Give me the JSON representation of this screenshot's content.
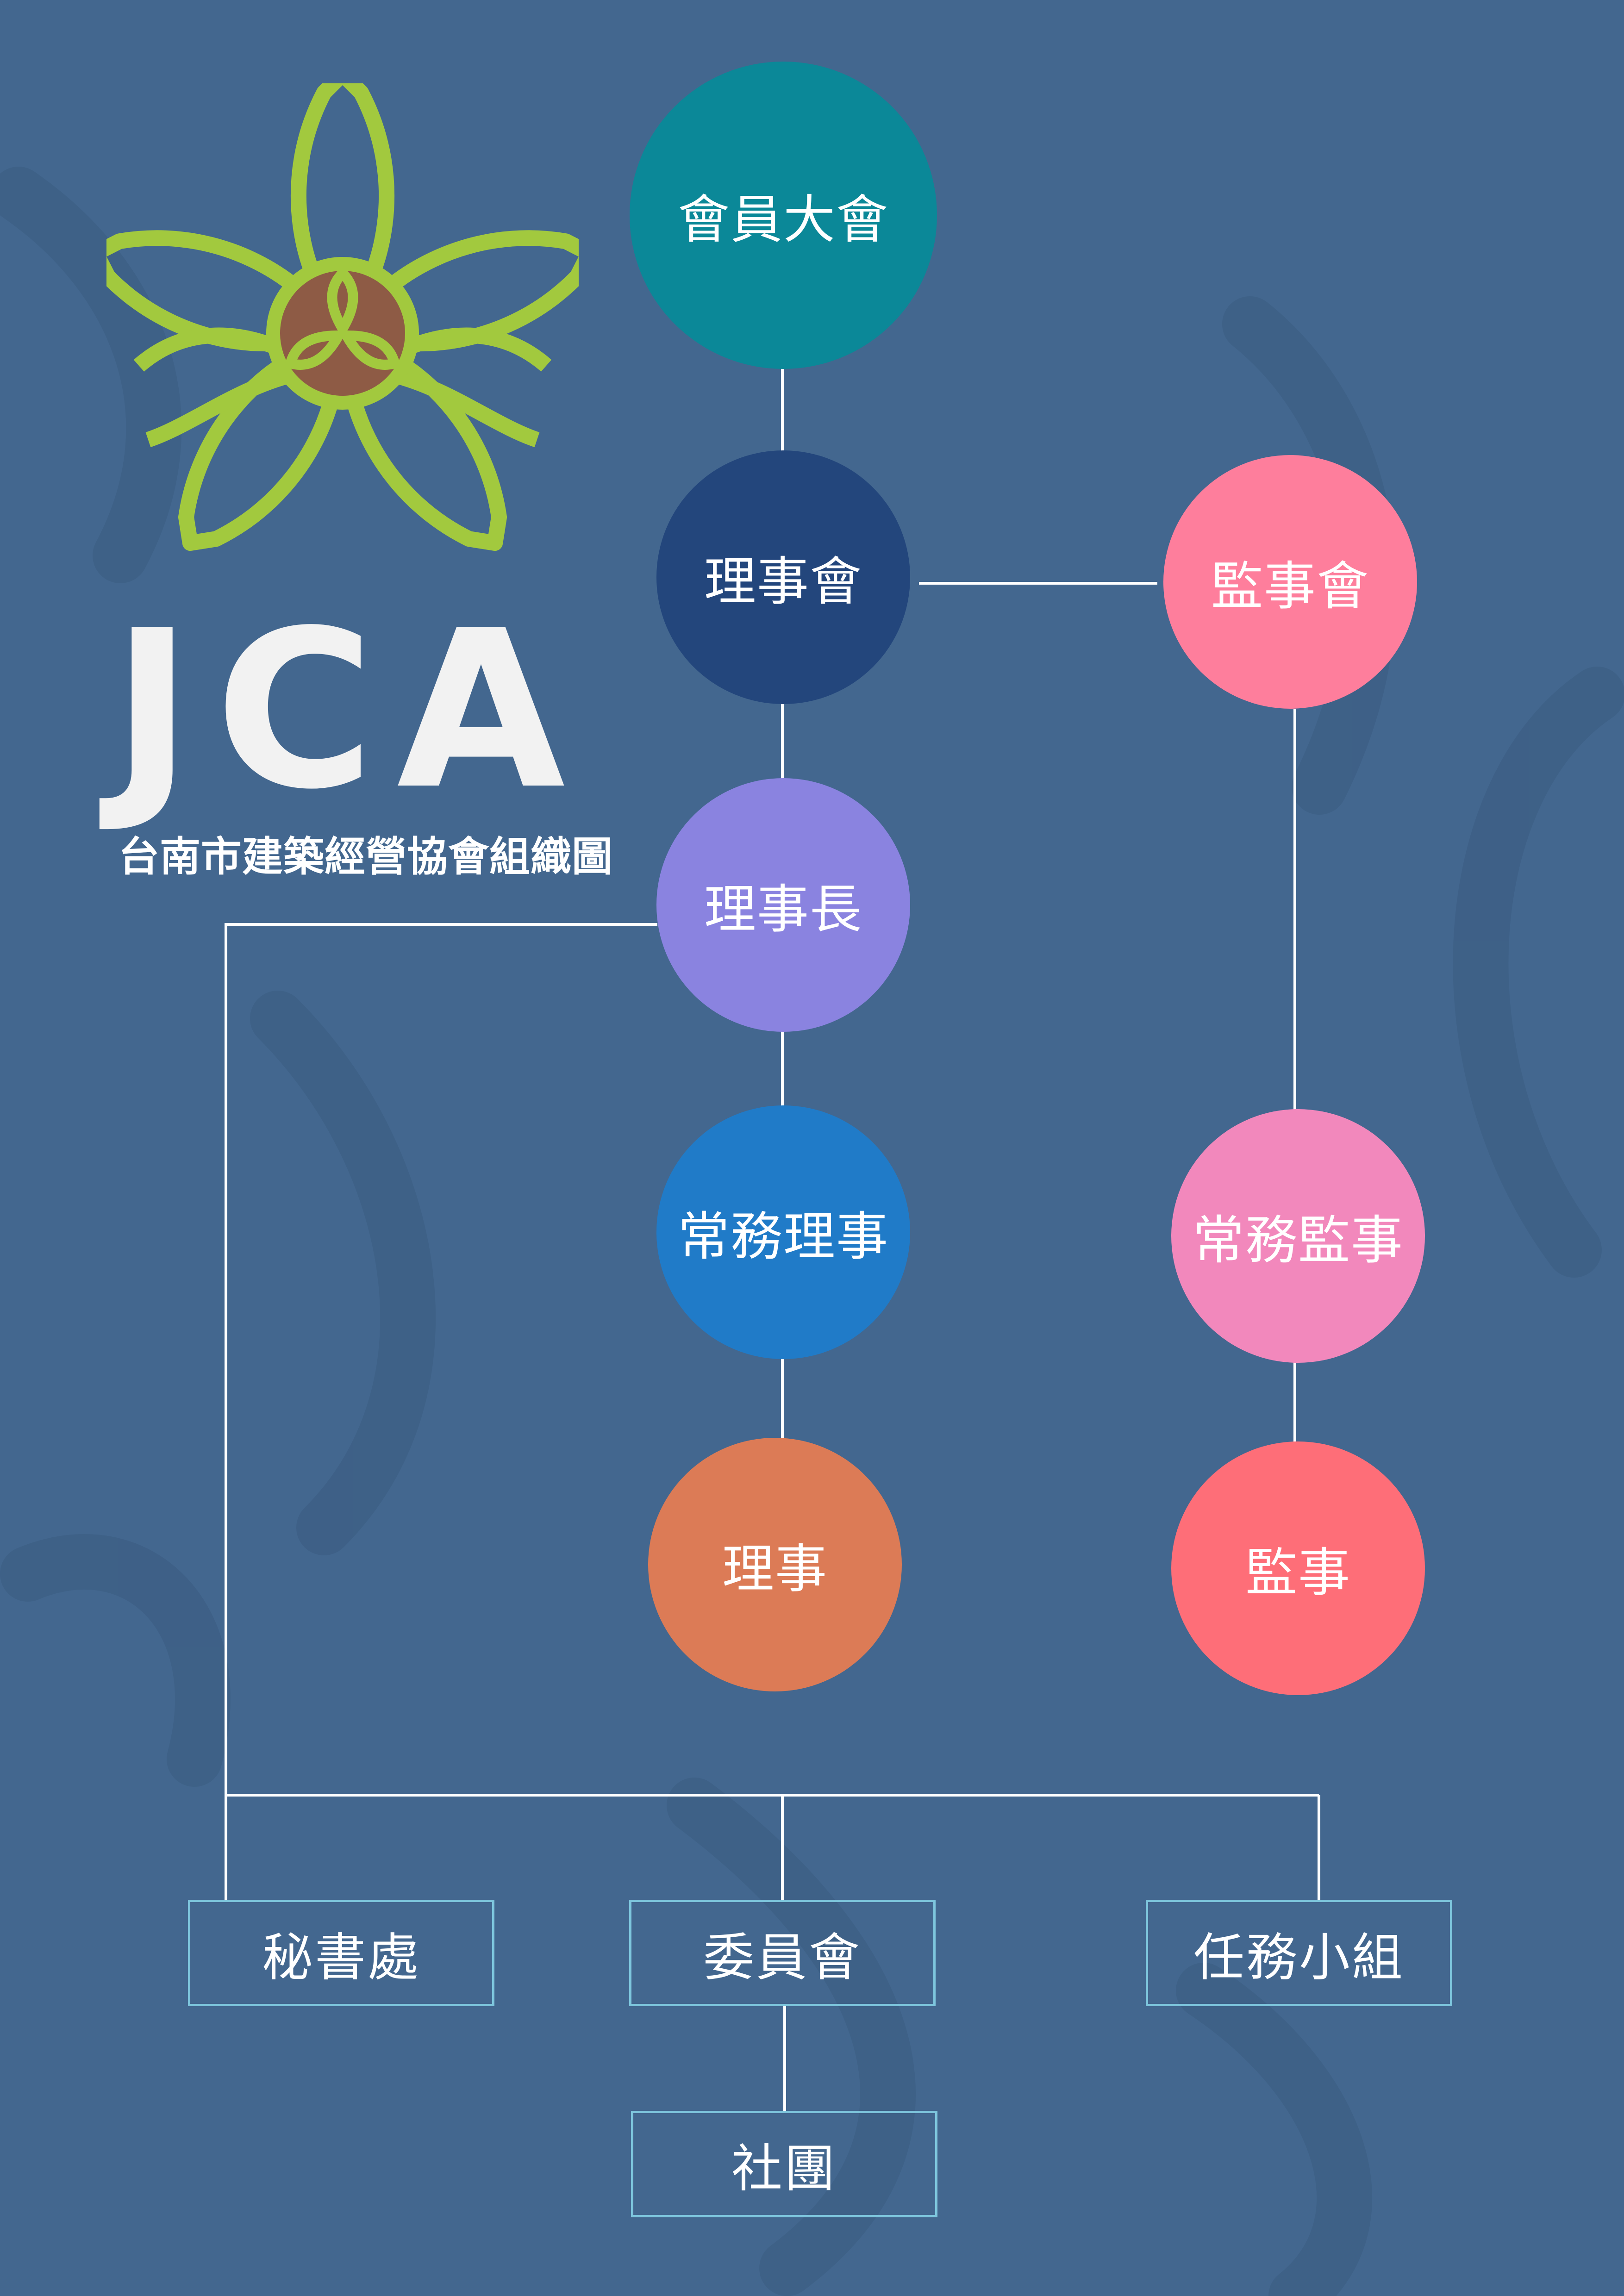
{
  "logo": {
    "text": "JCA",
    "subtitle": "台南市建築經營協會組織圖"
  },
  "colors": {
    "background": "#43678f",
    "connector": "#ffffff",
    "box_border": "#7ec6dd",
    "logo_green": "#a2c93e",
    "logo_brown": "#8e5b45"
  },
  "nodes": {
    "general_assembly": {
      "label": "會員大會",
      "color": "#0b8898"
    },
    "board_of_directors": {
      "label": "理事會",
      "color": "#23467c"
    },
    "board_of_supervisors": {
      "label": "監事會",
      "color": "#fe7e9c"
    },
    "chairman": {
      "label": "理事長",
      "color": "#8a83e0"
    },
    "executive_directors": {
      "label": "常務理事",
      "color": "#207bc8"
    },
    "executive_supervisors": {
      "label": "常務監事",
      "color": "#f288bc"
    },
    "directors": {
      "label": "理事",
      "color": "#dc7b56"
    },
    "supervisors": {
      "label": "監事",
      "color": "#fe6e78"
    }
  },
  "units": {
    "secretariat": "秘書處",
    "committee": "委員會",
    "task_force": "任務小組",
    "club": "社團"
  }
}
